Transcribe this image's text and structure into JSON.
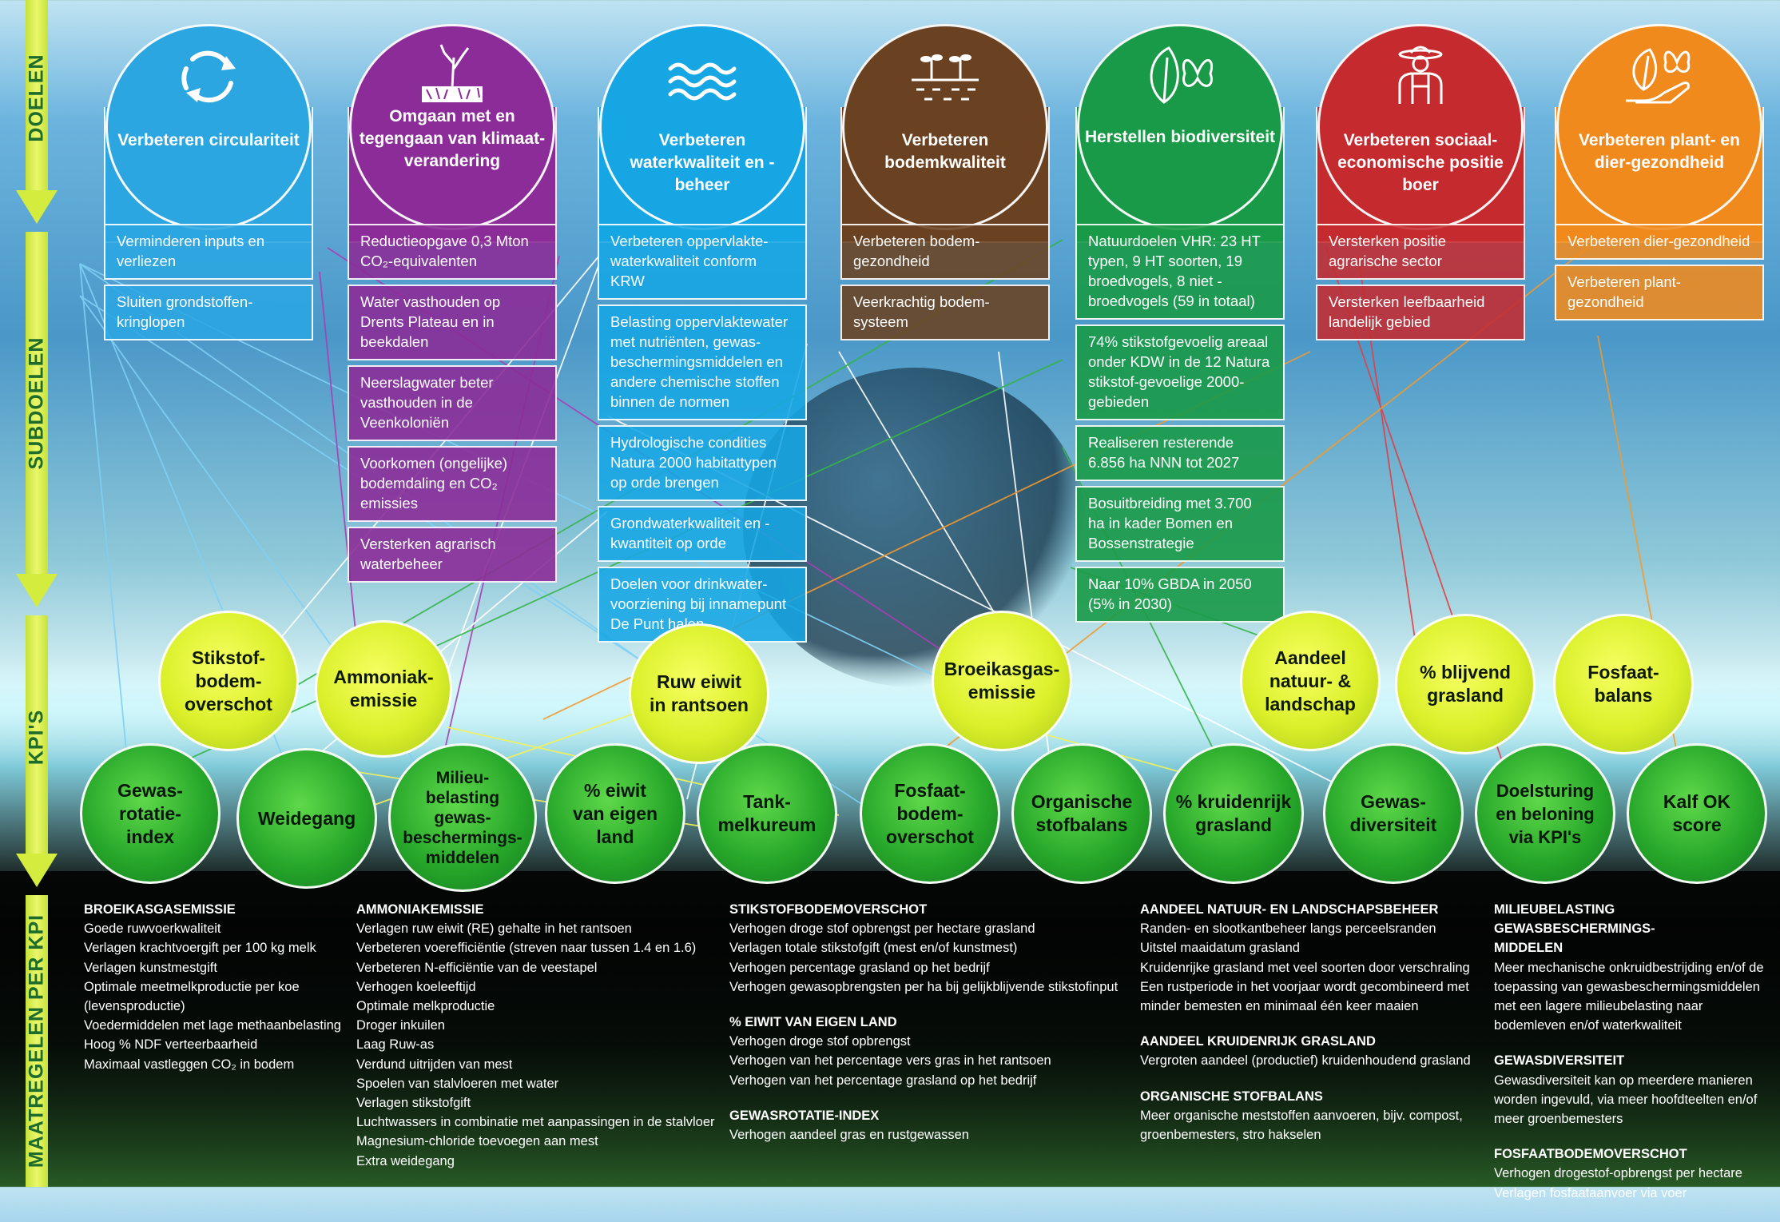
{
  "rail": {
    "doelen": "DOELEN",
    "subdoelen": "SUBDOELEN",
    "kpis": "KPI'S",
    "maatregelen": "MAATREGELEN PER KPI"
  },
  "goals": [
    {
      "title": "Verbeteren circulariteit",
      "icon": "recycle-icon",
      "color": "#2ba6e1",
      "subs": [
        "Verminderen inputs en verliezen",
        "Sluiten grondstoffen-kringlopen"
      ]
    },
    {
      "title": "Omgaan met en tegengaan van klimaat-verandering",
      "icon": "plant-soil-icon",
      "color": "#8b2c98",
      "subs": [
        "Reductieopgave 0,3 Mton CO₂-equivalenten",
        "Water vasthouden op Drents Plateau en in beekdalen",
        "Neerslagwater beter vasthouden in de Veenkoloniën",
        "Voorkomen (ongelijke) bodemdaling en CO₂ emissies",
        "Versterken agrarisch waterbeheer"
      ]
    },
    {
      "title": "Verbeteren waterkwaliteit en -beheer",
      "icon": "water-waves-icon",
      "color": "#16a6e4",
      "subs": [
        "Verbeteren oppervlakte-waterkwaliteit conform KRW",
        "Belasting oppervlaktewater met nutriënten, gewas-beschermingsmiddelen en andere chemische stoffen binnen de normen",
        "Hydrologische condities Natura 2000 habitattypen op orde brengen",
        "Grondwaterkwaliteit en -kwantiteit op orde",
        "Doelen voor drinkwater-voorziening bij innamepunt De Punt halen"
      ]
    },
    {
      "title": "Verbeteren bodemkwaliteit",
      "icon": "seedlings-icon",
      "color": "#6b4221",
      "subs": [
        "Verbeteren bodem-gezondheid",
        "Veerkrachtig bodem-systeem"
      ]
    },
    {
      "title": "Herstellen biodiversiteit",
      "icon": "leaf-butterfly-icon",
      "color": "#199a48",
      "subs": [
        "Natuurdoelen VHR: 23 HT typen, 9 HT soorten, 19 broedvogels, 8 niet -broedvogels (59 in totaal)",
        "74% stikstofgevoelig areaal onder KDW in de 12 Natura stikstof-gevoelige 2000-gebieden",
        "Realiseren resterende 6.856 ha NNN tot 2027",
        "Bosuitbreiding met 3.700 ha in kader Bomen en Bossenstrategie",
        "Naar 10% GBDA in 2050 (5% in 2030)"
      ]
    },
    {
      "title": "Verbeteren sociaal-economische positie boer",
      "icon": "farmer-icon",
      "color": "#c52a2f",
      "subs": [
        "Versterken positie agrarische sector",
        "Versterken leefbaarheid landelijk gebied"
      ]
    },
    {
      "title": "Verbeteren plant- en dier-gezondheid",
      "icon": "hand-leaf-butterfly-icon",
      "color": "#f08a1d",
      "subs": [
        "Verbeteren dier-gezondheid",
        "Verbeteren plant-gezondheid"
      ]
    }
  ],
  "kpis_top": [
    "Stikstof-\nbodem-\noverschot",
    "Ammoniak-\nemissie",
    "Ruw eiwit\nin rantsoen",
    "Broeikasgas-\nemissie",
    "Aandeel\nnatuur- &\nlandschap",
    "% blijvend\ngrasland",
    "Fosfaat-\nbalans"
  ],
  "kpis_bottom": [
    "Gewas-\nrotatie-\nindex",
    "Weidegang",
    "Milieu-\nbelasting\ngewas-\nbeschermings-\nmiddelen",
    "% eiwit\nvan eigen\nland",
    "Tank-\nmelkureum",
    "Fosfaat-\nbodem-\noverschot",
    "Organische\nstofbalans",
    "% kruidenrijk\ngrasland",
    "Gewas-\ndiversiteit",
    "Doelsturing\nen beloning\nvia KPI's",
    "Kalf OK\nscore"
  ],
  "measures": [
    [
      {
        "head": "BROEIKASGASEMISSIE",
        "items": [
          "Goede ruwvoerkwaliteit",
          "Verlagen krachtvoergift per 100 kg melk",
          "Verlagen kunstmestgift",
          "Optimale meetmelkproductie per koe",
          "(levensproductie)",
          "Voedermiddelen met lage methaanbelasting",
          "Hoog % NDF verteerbaarheid",
          "Maximaal vastleggen CO₂ in bodem"
        ]
      }
    ],
    [
      {
        "head": "AMMONIAKEMISSIE",
        "items": [
          "Verlagen ruw eiwit (RE) gehalte in het rantsoen",
          "Verbeteren voerefficiëntie (streven naar tussen 1.4 en 1.6)",
          "Verbeteren N-efficiëntie van de veestapel",
          "Verhogen koeleeftijd",
          "Optimale melkproductie",
          "Droger inkuilen",
          "Laag Ruw-as",
          "Verdund uitrijden van mest",
          "Spoelen van stalvloeren met water",
          "Verlagen stikstofgift",
          "Luchtwassers in combinatie met aanpassingen in de stalvloer",
          "Magnesium-chloride toevoegen aan mest",
          "Extra weidegang"
        ]
      }
    ],
    [
      {
        "head": "STIKSTOFBODEMOVERSCHOT",
        "items": [
          "Verhogen droge stof opbrengst per hectare grasland",
          "Verlagen totale stikstofgift (mest en/of kunstmest)",
          "Verhogen percentage grasland op het bedrijf",
          "Verhogen gewasopbrengsten per ha bij gelijkblijvende stikstofinput"
        ]
      },
      {
        "head": "% EIWIT VAN EIGEN LAND",
        "items": [
          "Verhogen droge stof opbrengst",
          "Verhogen van het percentage vers gras in het rantsoen",
          "Verhogen van het percentage grasland op het bedrijf"
        ]
      },
      {
        "head": "GEWASROTATIE-INDEX",
        "items": [
          "Verhogen aandeel gras en rustgewassen"
        ]
      }
    ],
    [
      {
        "head": "AANDEEL NATUUR- EN LANDSCHAPSBEHEER",
        "items": [
          "Randen- en slootkantbeheer langs perceelsranden",
          "Uitstel maaidatum grasland",
          "Kruidenrijke grasland met veel soorten door verschraling",
          "Een rustperiode in het voorjaar wordt gecombineerd met",
          "minder bemesten en minimaal één keer maaien"
        ]
      },
      {
        "head": "AANDEEL KRUIDENRIJK GRASLAND",
        "items": [
          "Vergroten aandeel (productief) kruidenhoudend grasland"
        ]
      },
      {
        "head": "ORGANISCHE STOFBALANS",
        "items": [
          "Meer organische meststoffen aanvoeren, bijv. compost,",
          "groenbemesters, stro hakselen"
        ]
      }
    ],
    [
      {
        "head": "MILIEUBELASTING GEWASBESCHERMINGS-",
        "items": []
      },
      {
        "head": "MIDDELEN",
        "items": [
          "Meer mechanische onkruidbestrijding en/of de",
          "toepassing van gewasbeschermingsmiddelen",
          "met een lagere milieubelasting naar",
          "bodemleven en/of waterkwaliteit"
        ]
      },
      {
        "head": "GEWASDIVERSITEIT",
        "items": [
          "Gewasdiversiteit kan op meerdere manieren",
          "worden ingevuld, via meer hoofdteelten en/of",
          "meer groenbemesters"
        ]
      },
      {
        "head": "FOSFAATBODEMOVERSCHOT",
        "items": [
          "Verhogen drogestof-opbrengst per hectare",
          "Verlagen fosfaataanvoer via voer"
        ]
      }
    ]
  ]
}
